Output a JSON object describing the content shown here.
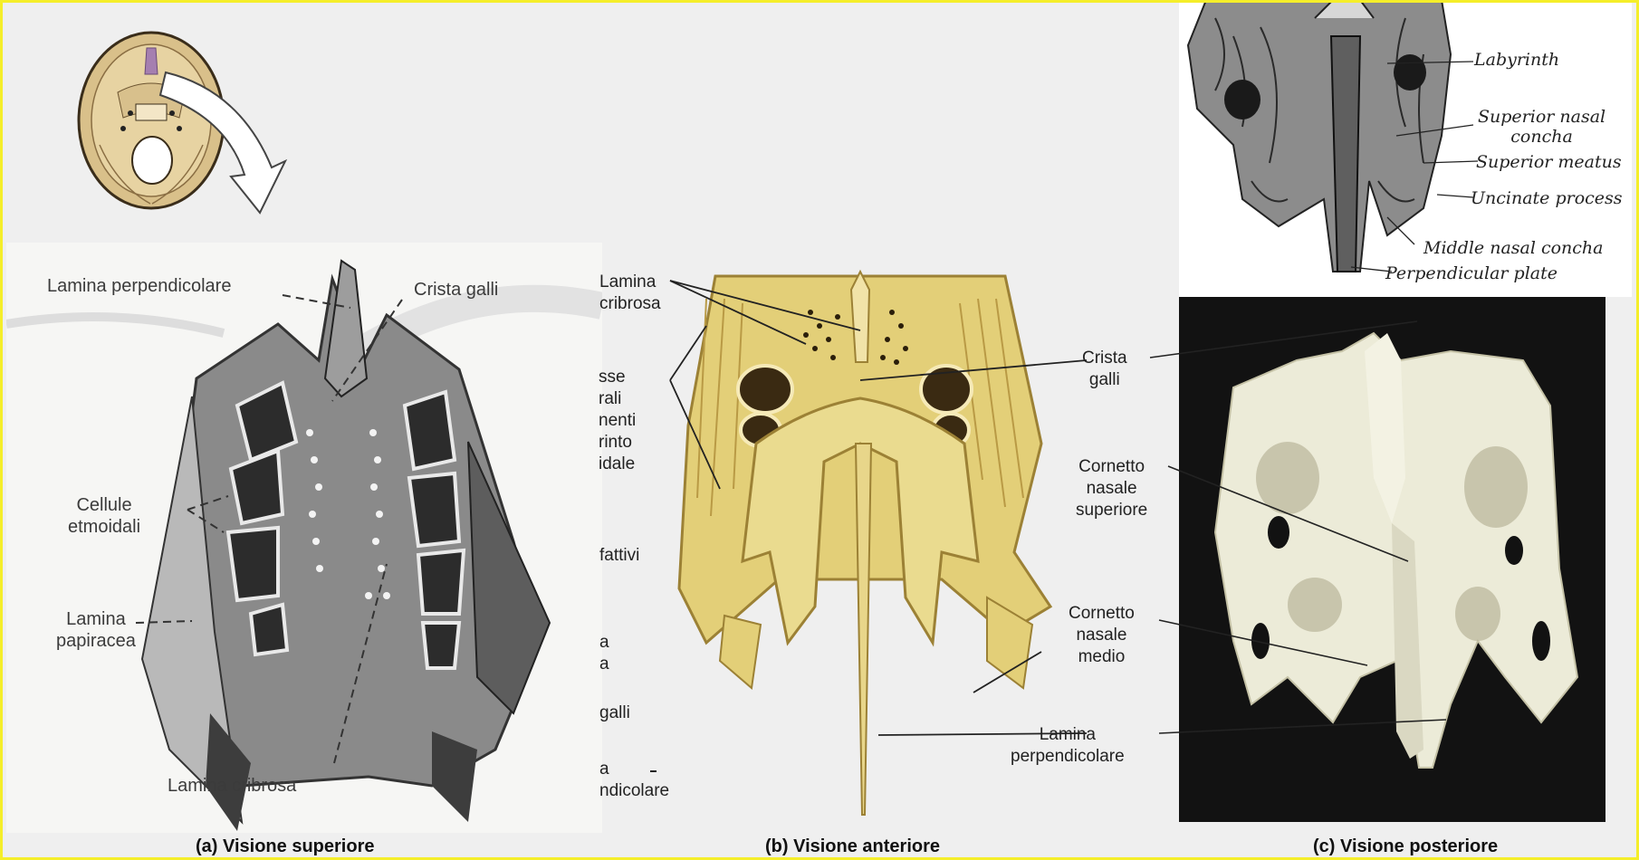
{
  "panel_a": {
    "caption": "(a)  Visione superiore",
    "labels": {
      "lamina_perpendicolare": "Lamina perpendicolare",
      "crista_galli": "Crista galli",
      "cellule_etmoidali": "Cellule\netmoidali",
      "lamina_papiracea": "Lamina\npapiracea",
      "lamina_cribrosa": "Lamina cribrosa"
    }
  },
  "panel_b": {
    "caption": "(b)  Visione anteriore",
    "labels": {
      "lamina_cribrosa": "Lamina\ncribrosa",
      "crista_galli": "Crista\ngalli",
      "cornetto_superiore": "Cornetto\nnasale\nsuperiore",
      "cornetto_medio": "Cornetto\nnasale\nmedio",
      "lamina_perpendicolare": "Lamina\nperpendicolare"
    },
    "truncated_labels": [
      "sse\nrali\nnenti\nrinto\nidale",
      "fattivi",
      "a\na",
      "galli",
      "a\nndicolare"
    ]
  },
  "panel_c": {
    "caption": "(c)  Visione posteriore"
  },
  "gray_panel": {
    "labels": {
      "labyrinth": "Labyrinth",
      "superior_nasal_concha": "Superior nasal\nconcha",
      "superior_meatus": "Superior meatus",
      "uncinate_process": "Uncinate process",
      "middle_nasal_concha": "Middle nasal concha",
      "perpendicular_plate": "Perpendicular plate"
    }
  },
  "colors": {
    "frame": "#f5ee2a",
    "bone_yellow": "#e3cf78",
    "bone_white": "#efeedd",
    "photo_bg": "#121212"
  },
  "icons": [
    "skull-base-icon",
    "arrow-icon"
  ]
}
